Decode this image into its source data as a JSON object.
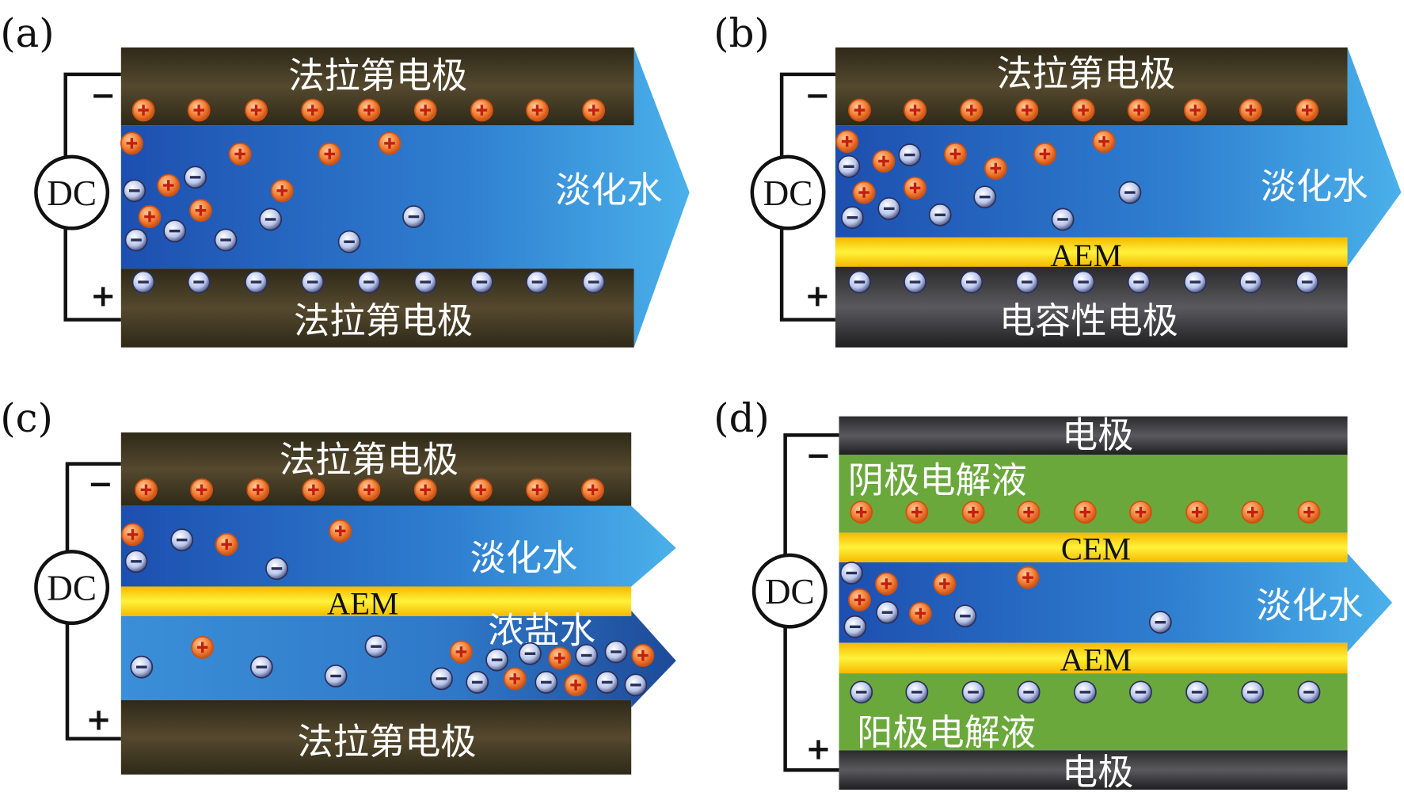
{
  "panels": {
    "a": {
      "label": "(a)",
      "top_electrode": "法拉第电极",
      "bottom_electrode": "法拉第电极",
      "water": "淡化水",
      "source": "DC",
      "neg": "−",
      "pos": "+"
    },
    "b": {
      "label": "(b)",
      "top_electrode": "法拉第电极",
      "membrane": "AEM",
      "bottom_electrode": "电容性电极",
      "water": "淡化水",
      "source": "DC",
      "neg": "−",
      "pos": "+"
    },
    "c": {
      "label": "(c)",
      "top_electrode": "法拉第电极",
      "water": "淡化水",
      "membrane": "AEM",
      "brine": "浓盐水",
      "bottom_electrode": "法拉第电极",
      "source": "DC",
      "neg": "−",
      "pos": "+"
    },
    "d": {
      "label": "(d)",
      "top_electrode": "电极",
      "catholyte": "阴极电解液",
      "membrane_top": "CEM",
      "water": "淡化水",
      "membrane_bottom": "AEM",
      "anolyte": "阳极电解液",
      "bottom_electrode": "电极",
      "source": "DC",
      "neg": "−",
      "pos": "+"
    }
  },
  "colors": {
    "faradaic": "#4a4128",
    "capacitive": "#3a3a3c",
    "water_dark": "#1d4fb0",
    "water_light": "#45a8e6",
    "membrane": "#ffe21a",
    "electrolyte": "#6aa83c",
    "cation": "#f07a30",
    "anion": "#c8d4f0"
  }
}
